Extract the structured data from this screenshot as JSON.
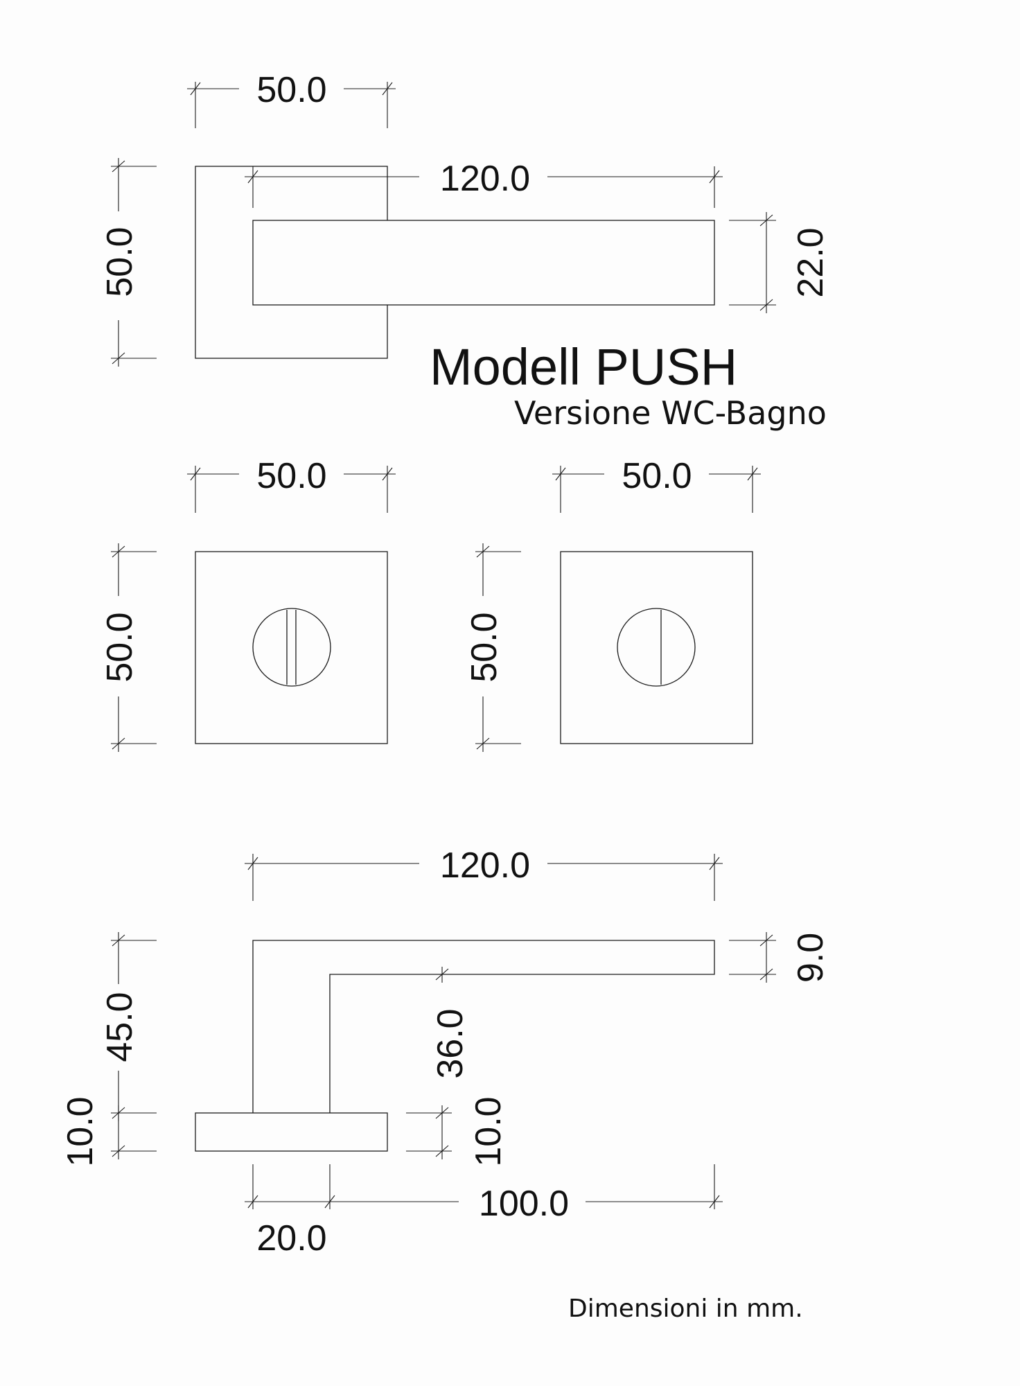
{
  "title": "Modell PUSH",
  "subtitle": "Versione WC-Bagno",
  "note": "Dimensioni in mm.",
  "top_view": {
    "rosette_width": "50.0",
    "rosette_height": "50.0",
    "lever_length": "120.0",
    "lever_height": "22.0"
  },
  "rosette_left": {
    "width": "50.0",
    "height": "50.0"
  },
  "rosette_right": {
    "width": "50.0",
    "height": "50.0"
  },
  "side_view": {
    "lever_length": "120.0",
    "lever_thickness": "9.0",
    "total_height": "45.0",
    "inner_height": "36.0",
    "rosette_thickness_left": "10.0",
    "rosette_thickness_right": "10.0",
    "neck_width": "20.0",
    "reach": "100.0"
  }
}
